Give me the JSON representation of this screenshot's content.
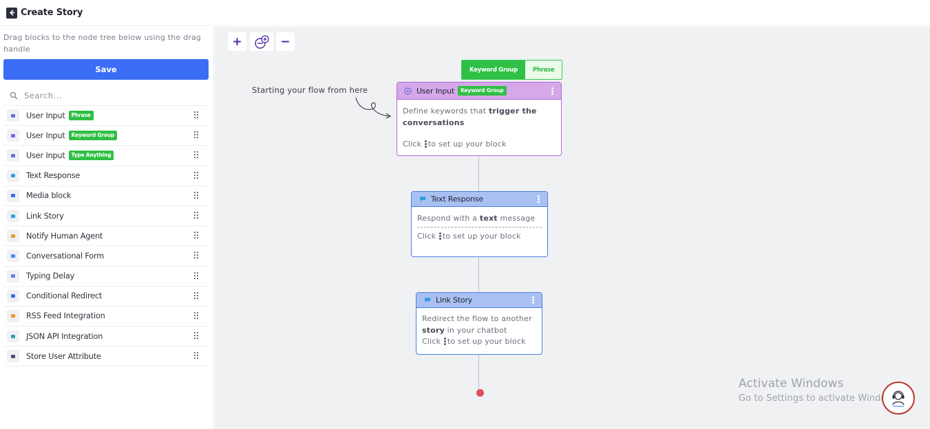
{
  "header": {
    "title": "Create Story",
    "back_icon": "arrow-left-icon"
  },
  "sidebar": {
    "hint": "Drag blocks to the node tree below using the drag handle",
    "save_label": "Save",
    "search_placeholder": "Search...",
    "blocks": [
      {
        "label": "User Input",
        "badge": "Phrase",
        "icon": "user-input-icon",
        "color": "#6b6fe0"
      },
      {
        "label": "User Input",
        "badge": "Keyword Group",
        "icon": "user-input-icon",
        "color": "#6b6fe0"
      },
      {
        "label": "User Input",
        "badge": "Type Anything",
        "icon": "user-input-icon",
        "color": "#6b6fe0"
      },
      {
        "label": "Text Response",
        "badge": "",
        "icon": "text-response-icon",
        "color": "#2f9ee0"
      },
      {
        "label": "Media block",
        "badge": "",
        "icon": "media-icon",
        "color": "#3a6cf6"
      },
      {
        "label": "Link Story",
        "badge": "",
        "icon": "link-story-icon",
        "color": "#2f9ee0"
      },
      {
        "label": "Notify Human Agent",
        "badge": "",
        "icon": "notify-agent-icon",
        "color": "#e0a02f"
      },
      {
        "label": "Conversational Form",
        "badge": "",
        "icon": "form-icon",
        "color": "#3a8ef0"
      },
      {
        "label": "Typing Delay",
        "badge": "",
        "icon": "typing-delay-icon",
        "color": "#6b7de0"
      },
      {
        "label": "Conditional Redirect",
        "badge": "",
        "icon": "redirect-icon",
        "color": "#3a6cf6"
      },
      {
        "label": "RSS Feed Integration",
        "badge": "",
        "icon": "rss-icon",
        "color": "#f09a2f"
      },
      {
        "label": "JSON API Integration",
        "badge": "",
        "icon": "api-icon",
        "color": "#2fa0b0"
      },
      {
        "label": "Store User Attribute",
        "badge": "",
        "icon": "store-attribute-icon",
        "color": "#4a5070"
      }
    ]
  },
  "canvas": {
    "zoom_in": "+",
    "zoom_out": "−",
    "annotation": "Starting your flow from here",
    "trigger_tabs": [
      "Keyword Group",
      "Phrase"
    ],
    "nodes": {
      "user_input": {
        "title": "User Input",
        "badge": "Keyword Group",
        "line1a": "Define keywords that ",
        "line1b": "trigger the conversations",
        "click_a": "Click",
        "click_b": "to set up your block"
      },
      "text_response": {
        "title": "Text Response",
        "line1a": "Respond with a ",
        "line1b": "text",
        "line1c": " message",
        "click_a": "Click",
        "click_b": "to set up your block"
      },
      "link_story": {
        "title": "Link Story",
        "line1a": "Redirect the flow to another ",
        "line1b": "story",
        "line1c": " in your chatbot",
        "click_a": "Click",
        "click_b": "to set up your block"
      }
    }
  },
  "watermark": {
    "line1": "Activate Windows",
    "line2": "Go to Settings to activate Windows."
  },
  "help_icon": "support-agent-icon"
}
